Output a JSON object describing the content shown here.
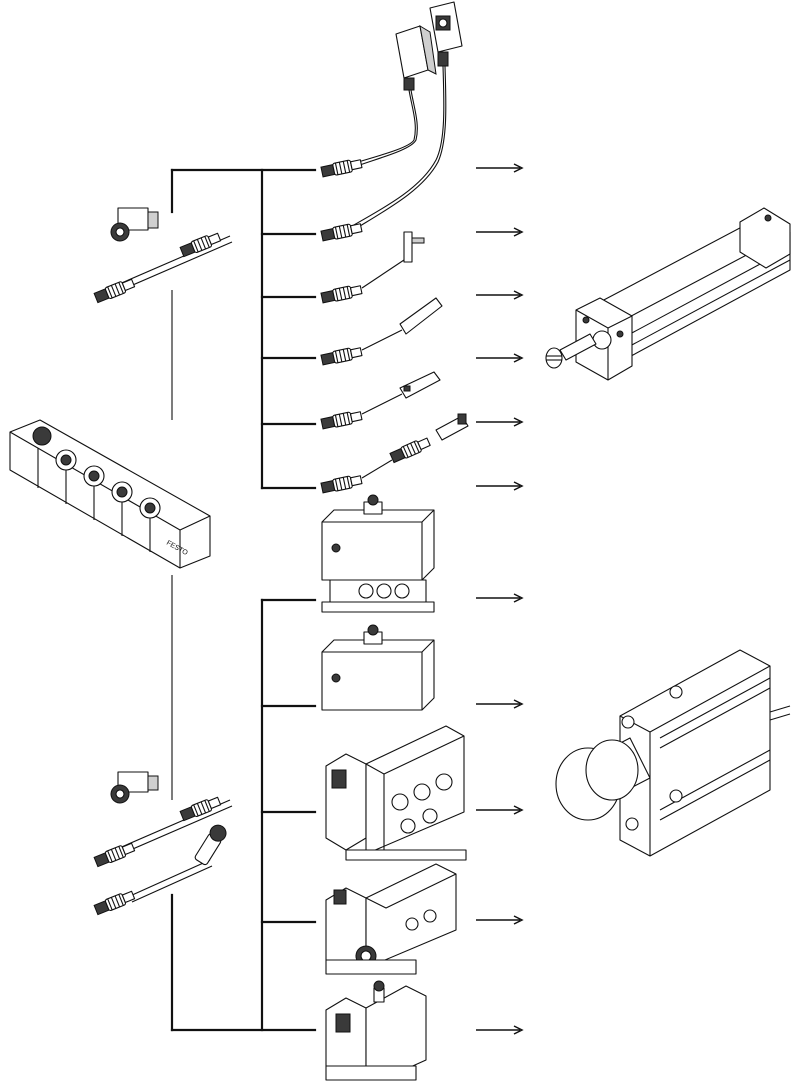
{
  "diagram": {
    "module_logo": "FESTO",
    "colors": {
      "line": "#111111",
      "shade": "#cfcfcf",
      "dark": "#3a3a3a",
      "background": "#ffffff"
    },
    "upper_branch": {
      "sensors": [
        "sensor-cable-optical-block",
        "sensor-cable-optical-box",
        "sensor-cable-slot-t",
        "sensor-cable-slot-round",
        "sensor-cable-slot-flat",
        "sensor-cable-inline"
      ],
      "target": "standard-cylinder-icon"
    },
    "lower_branch": {
      "valves": [
        "valve-terminal-1",
        "valve-terminal-2",
        "valve-terminal-3",
        "valve-terminal-4",
        "valve-terminal-5"
      ],
      "target": "compact-cylinder-icon"
    }
  }
}
